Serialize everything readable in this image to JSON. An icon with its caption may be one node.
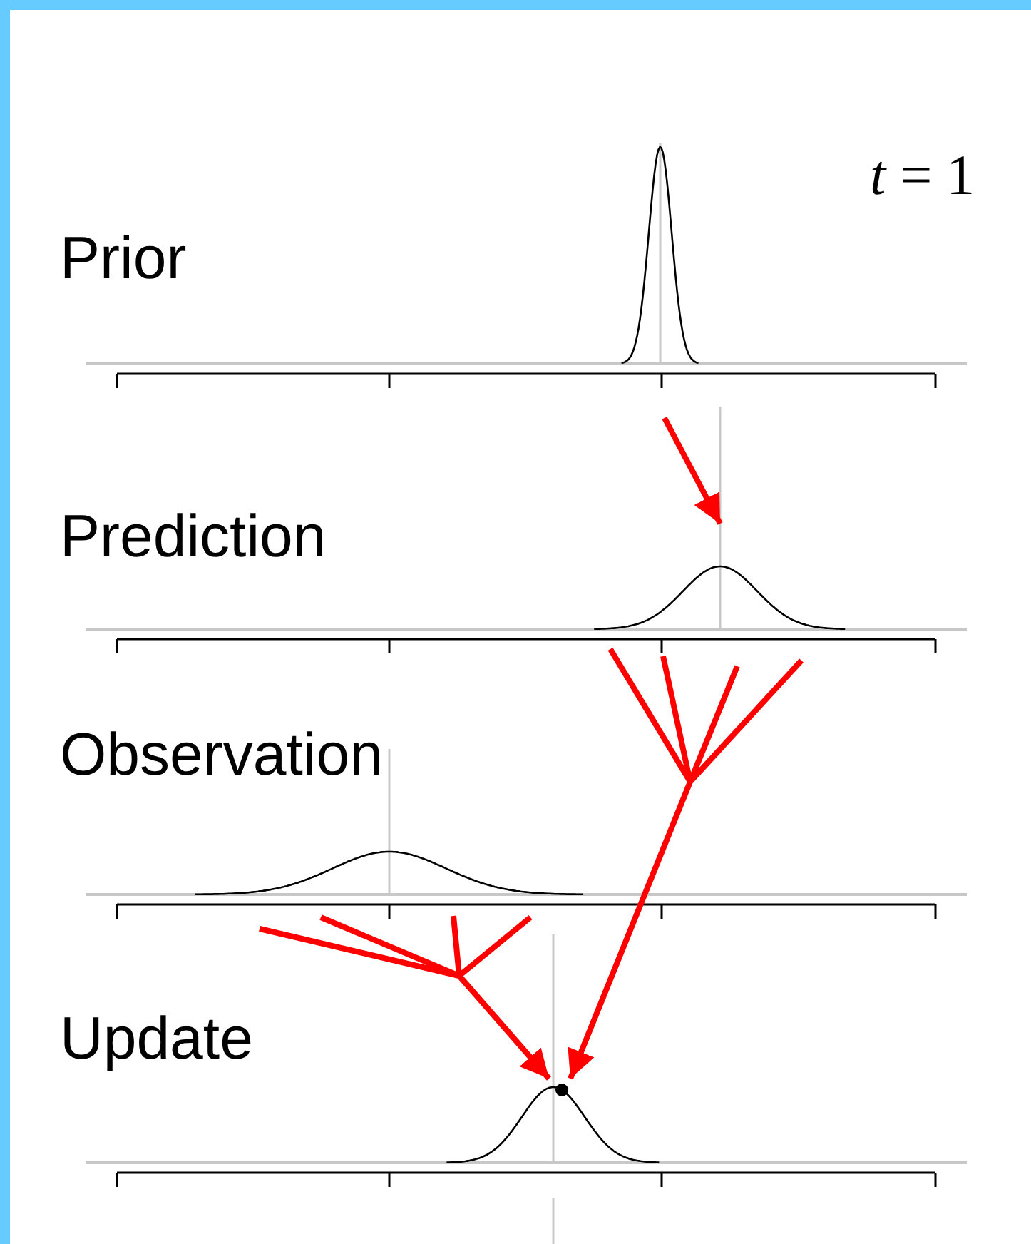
{
  "diagram": {
    "nodes": [
      {
        "text": [],
        "shape": "curve"
      },
      {
        "text": [],
        "shape": "curve"
      },
      {
        "text": [],
        "shape": "curve"
      },
      {
        "text": [],
        "shape": "curve"
      }
    ],
    "edges": [
      {
        "from": 0,
        "to": 1,
        "arrow": "to",
        "color": "#ff0000"
      },
      {
        "from": 1,
        "to": 3,
        "arrow": "to",
        "color": "#ff0000"
      },
      {
        "from": 2,
        "to": 3,
        "arrow": "to",
        "color": "#ff0000"
      }
    ],
    "labels": [
      "*t* = 1",
      "Prior",
      "Prediction",
      "Observation",
      "Update"
    ]
  }
}
